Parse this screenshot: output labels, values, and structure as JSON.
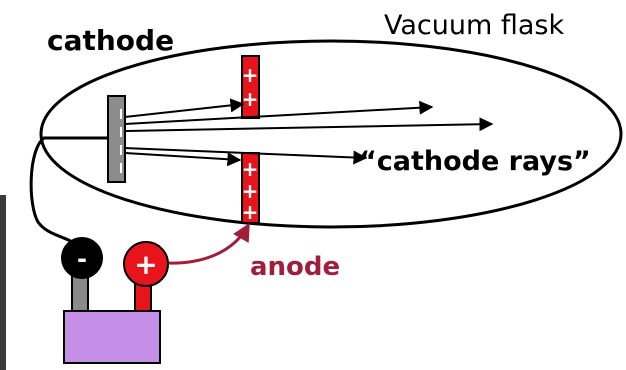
{
  "labels": {
    "cathode": "cathode",
    "vacuum_flask": "Vacuum flask",
    "cathode_rays": "“cathode rays”",
    "anode": "anode"
  },
  "terminals": {
    "negative": "-",
    "positive": "+"
  },
  "anode_marks": "+",
  "colors": {
    "anode_red": "#e8141b",
    "anode_label": "#a01e3c",
    "battery_purple": "#c58fe8",
    "cathode_gray": "#8c8c8c",
    "terminal_black": "#000000",
    "post_gray": "#8a8a8a"
  }
}
